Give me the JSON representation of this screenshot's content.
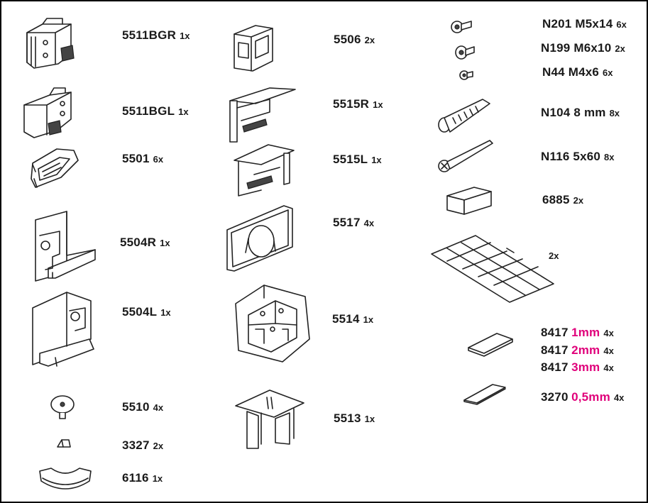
{
  "parts": [
    {
      "code": "5511BGR",
      "qty": "1x"
    },
    {
      "code": "5511BGL",
      "qty": "1x"
    },
    {
      "code": "5501",
      "qty": "6x"
    },
    {
      "code": "5504R",
      "qty": "1x"
    },
    {
      "code": "5504L",
      "qty": "1x"
    },
    {
      "code": "5510",
      "qty": "4x"
    },
    {
      "code": "3327",
      "qty": "2x"
    },
    {
      "code": "6116",
      "qty": "1x"
    },
    {
      "code": "5506",
      "qty": "2x"
    },
    {
      "code": "5515R",
      "qty": "1x"
    },
    {
      "code": "5515L",
      "qty": "1x"
    },
    {
      "code": "5517",
      "qty": "4x"
    },
    {
      "code": "5514",
      "qty": "1x"
    },
    {
      "code": "5513",
      "qty": "1x"
    },
    {
      "code": "N201 M5x14",
      "qty": "6x"
    },
    {
      "code": "N199 M6x10",
      "qty": "2x"
    },
    {
      "code": "N44 M4x6",
      "qty": "6x"
    },
    {
      "code": "N104 8 mm",
      "qty": "8x"
    },
    {
      "code": "N116 5x60",
      "qty": "8x"
    },
    {
      "code": "6885",
      "qty": "2x"
    },
    {
      "code": "",
      "qty": "2x"
    },
    {
      "code": "8417",
      "size": "1mm",
      "qty": "4x"
    },
    {
      "code": "8417",
      "size": "2mm",
      "qty": "4x"
    },
    {
      "code": "8417",
      "size": "3mm",
      "qty": "4x"
    },
    {
      "code": "3270",
      "size": "0,5mm",
      "qty": "4x"
    }
  ],
  "colors": {
    "highlight": "#e0007a",
    "ink": "#1a1a1a",
    "frame": "#000000"
  },
  "icons": [
    "bracket-clip-r-icon",
    "bracket-clip-l-icon",
    "clip-icon",
    "end-plate-r-icon",
    "end-plate-l-icon",
    "knob-icon",
    "cap-icon",
    "curve-cover-icon",
    "connector-icon",
    "end-cap-r-icon",
    "end-cap-l-icon",
    "round-plate-icon",
    "outer-corner-icon",
    "inner-corner-icon",
    "screw-icon",
    "wall-plug-icon",
    "wood-screw-icon",
    "block-icon",
    "tile-sheet-icon",
    "shim-icon"
  ]
}
